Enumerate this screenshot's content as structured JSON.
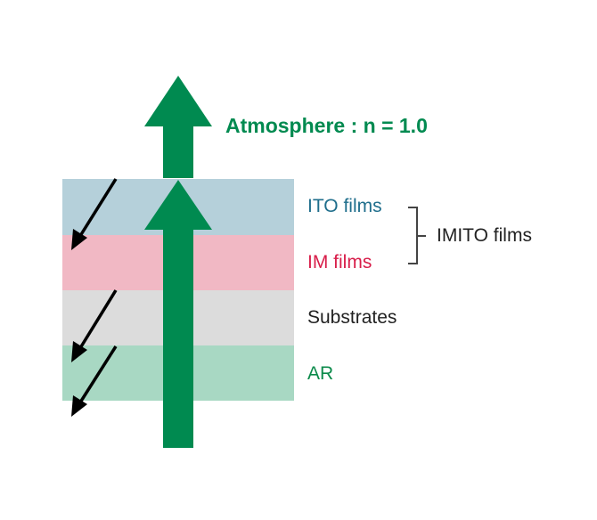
{
  "title": "Atmosphere : n = 1.0",
  "layers": [
    {
      "label": "ITO films",
      "fill": "#b5d0da",
      "text_color": "#1f6e8c"
    },
    {
      "label": "IM films",
      "fill": "#f1b8c4",
      "text_color": "#d81e4a"
    },
    {
      "label": "Substrates",
      "fill": "#dcdcdc",
      "text_color": "#222222"
    },
    {
      "label": "AR",
      "fill": "#a8d8c3",
      "text_color": "#0a8a4a"
    }
  ],
  "group_label": "IMITO films",
  "colors": {
    "arrow": "#008a50",
    "title": "#008a50",
    "reflection": "#000000",
    "bracket": "#444444"
  }
}
